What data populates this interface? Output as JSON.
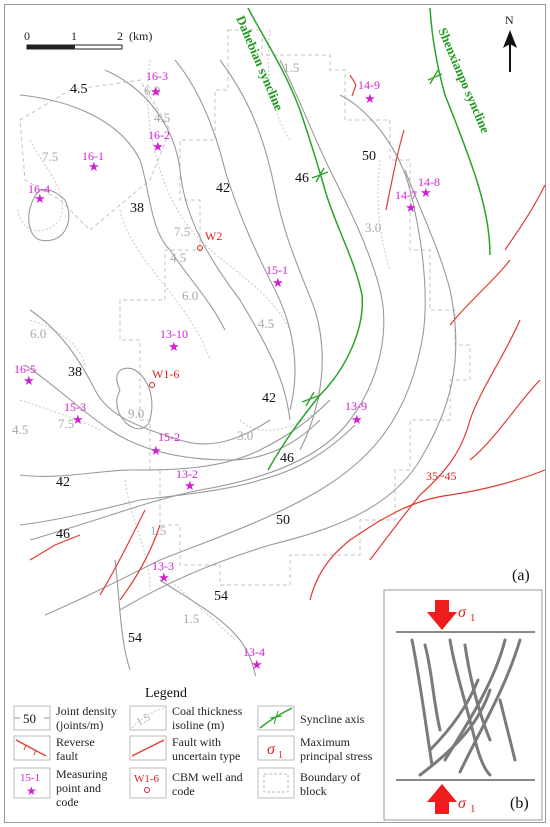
{
  "scale_bar": {
    "ticks": [
      "0",
      "1",
      "2"
    ],
    "unit": "(km)"
  },
  "north_label": "N",
  "synclines": {
    "dahebian": "Dahebian syncline",
    "shenxianpo": "Shenxianpo syncline"
  },
  "joint_density_labels": [
    "4.5",
    "38",
    "42",
    "46",
    "50",
    "38",
    "42",
    "46",
    "42",
    "46",
    "50",
    "54",
    "54"
  ],
  "coal_labels": [
    "1.5",
    "6.0",
    "7.5",
    "4.5",
    "7.5",
    "4.5",
    "6.0",
    "6.0",
    "4.5",
    "9.0",
    "7.5",
    "3.0",
    "3.0",
    "1.5",
    "1.5",
    "4.5"
  ],
  "points": [
    {
      "code": "16-3"
    },
    {
      "code": "16-2"
    },
    {
      "code": "16-1"
    },
    {
      "code": "16-4"
    },
    {
      "code": "14-9"
    },
    {
      "code": "14-8"
    },
    {
      "code": "14-7"
    },
    {
      "code": "15-1"
    },
    {
      "code": "13-10"
    },
    {
      "code": "16-5"
    },
    {
      "code": "15-3"
    },
    {
      "code": "15-2"
    },
    {
      "code": "13-9"
    },
    {
      "code": "13-2"
    },
    {
      "code": "13-3"
    },
    {
      "code": "13-4"
    }
  ],
  "wells": [
    {
      "code": "W2"
    },
    {
      "code": "W1-6"
    }
  ],
  "fault_label": "35~45",
  "panel_a": "(a)",
  "panel_b": "(b)",
  "sigma": "σ",
  "sigma_sub": "1",
  "legend": {
    "title": "Legend",
    "items": {
      "joint_sample": "50",
      "joint_l1": "Joint density",
      "joint_l2": "(joints/m)",
      "coal_sample": "1.5",
      "coal_l1": "Coal thickness",
      "coal_l2": "isoline (m)",
      "syn_l1": "Syncline axis",
      "rev_l1": "Reverse",
      "rev_l2": "fault",
      "unc_l1": "Fault with",
      "unc_l2": "uncertain type",
      "stress_l1": "Maximum",
      "stress_l2": "principal stress",
      "pt_sample": "15-1",
      "pt_l1": "Measuring",
      "pt_l2": "point and",
      "pt_l3": "code",
      "well_sample": "W1-6",
      "well_l1": "CBM well and",
      "well_l2": "code",
      "blk_l1": "Boundary of",
      "blk_l2": "block"
    }
  },
  "colors": {
    "isoline": "#9a9a9a",
    "coal": "#c8c8c8",
    "fault": "#e23b2e",
    "syncline": "#2aa32a",
    "point": "#d21fd2",
    "well": "#e01f1f",
    "stress_arrow": "#ee1c1c"
  }
}
